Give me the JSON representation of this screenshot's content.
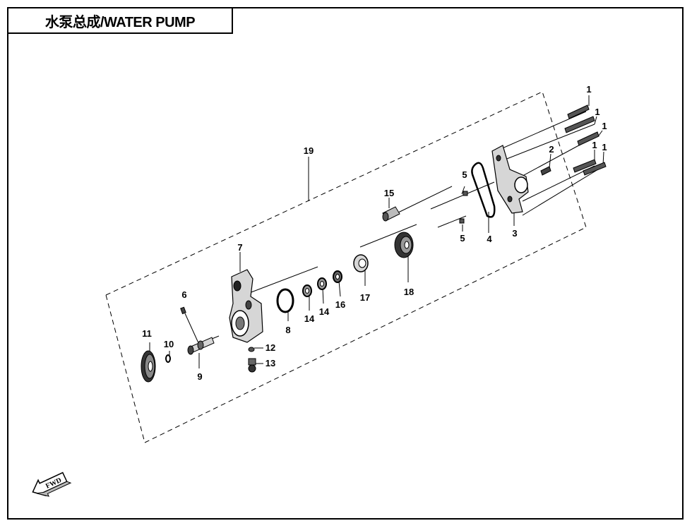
{
  "title": "水泵总成/WATER PUMP",
  "fwd_label": "FWD",
  "callouts": [
    "1",
    "1",
    "1",
    "1",
    "1",
    "2",
    "3",
    "4",
    "5",
    "5",
    "6",
    "7",
    "8",
    "9",
    "10",
    "11",
    "12",
    "13",
    "14",
    "14",
    "15",
    "16",
    "17",
    "18",
    "19"
  ],
  "colors": {
    "line": "#000000",
    "part_dark": "#222222",
    "part_mid": "#777777",
    "part_light": "#d6d6d6",
    "background": "#ffffff"
  }
}
